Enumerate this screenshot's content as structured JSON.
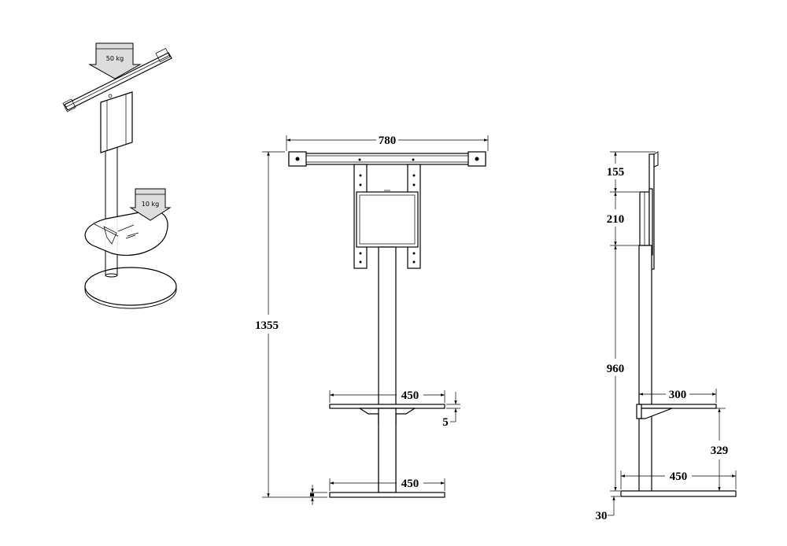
{
  "perspective": {
    "load_top": "50 kg",
    "load_shelf": "10 kg"
  },
  "front": {
    "width_top": "780",
    "height_total": "1355",
    "shelf_width": "450",
    "shelf_thickness": "5",
    "base_width": "450"
  },
  "side": {
    "dim_top": "155",
    "dim_plate": "210",
    "dim_column": "960",
    "shelf_depth": "300",
    "shelf_height": "329",
    "base_depth": "450",
    "base_thickness": "30"
  }
}
